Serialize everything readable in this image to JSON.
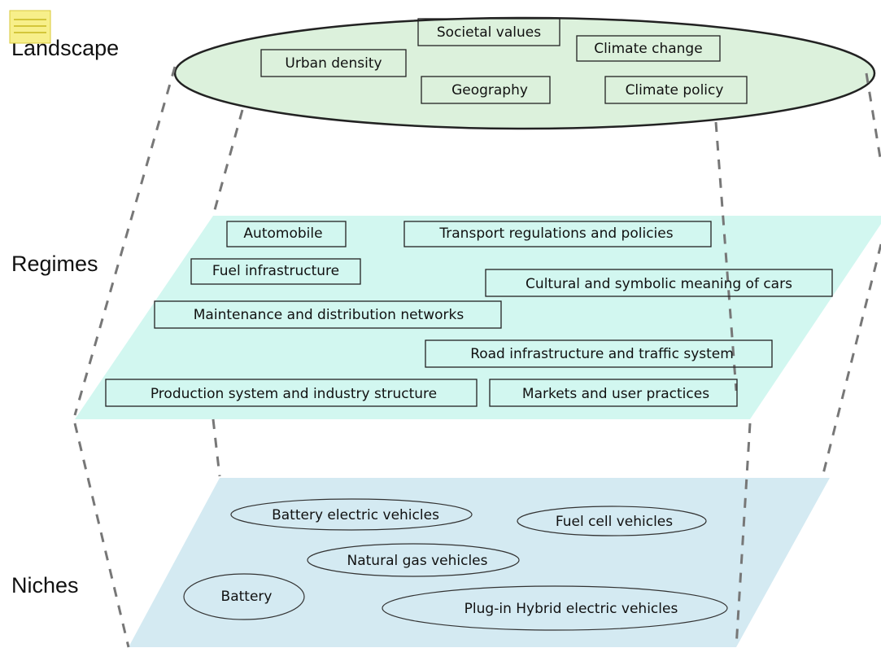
{
  "levels": {
    "landscape": "Landscape",
    "regimes": "Regimes",
    "niches": "Niches"
  },
  "colors": {
    "landscape_fill": "#dcf1dc",
    "regimes_fill": "#d2f7f0",
    "niches_fill": "#d4eaf2",
    "note_icon": "#f7ef8a"
  },
  "icons": {
    "note": "note-icon"
  },
  "landscape_items": [
    "Societal values",
    "Climate change",
    "Urban density",
    "Geography",
    "Climate policy"
  ],
  "regime_items": [
    "Automobile",
    "Transport regulations and policies",
    "Fuel infrastructure",
    "Cultural and symbolic meaning of cars",
    "Maintenance and distribution networks",
    "Road infrastructure and traffic system",
    "Production system and industry structure",
    "Markets and user practices"
  ],
  "niche_items": [
    "Battery electric vehicles",
    "Fuel cell vehicles",
    "Natural gas vehicles",
    "Battery",
    "Plug-in Hybrid electric vehicles"
  ]
}
